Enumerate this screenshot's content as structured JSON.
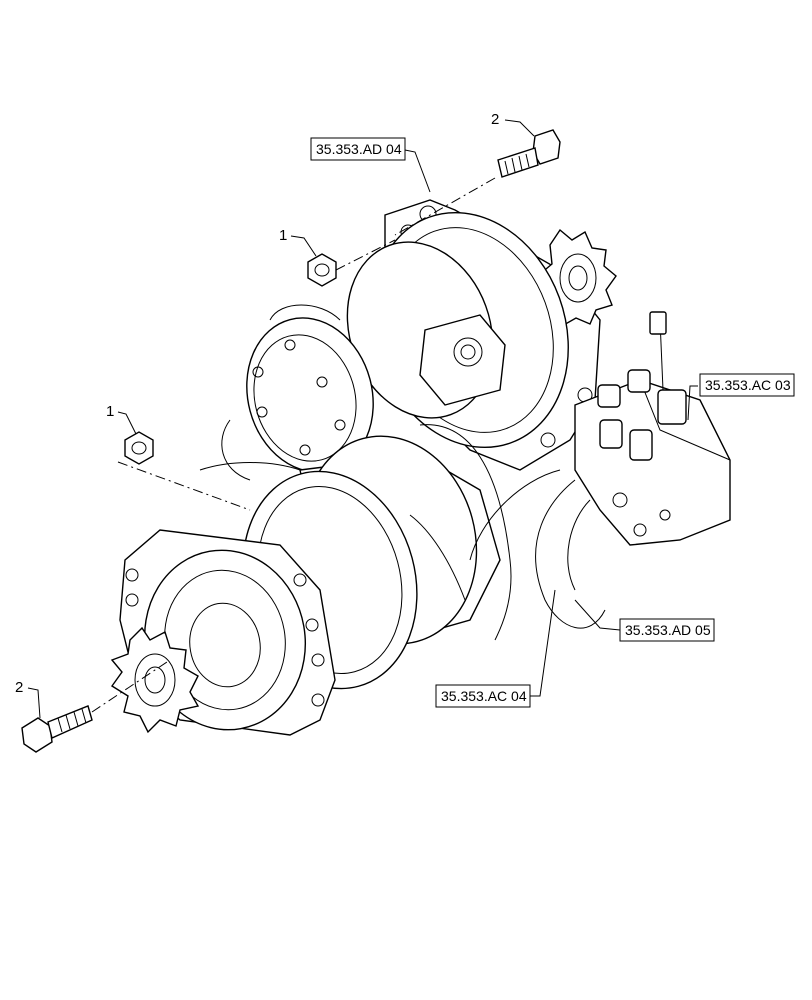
{
  "callouts": [
    {
      "id": "bolt-top",
      "number": "2"
    },
    {
      "id": "nut-top",
      "number": "1"
    },
    {
      "id": "nut-left",
      "number": "1"
    },
    {
      "id": "bolt-left",
      "number": "2"
    }
  ],
  "references": [
    {
      "id": "ref-ad04",
      "label": "35.353.AD 04"
    },
    {
      "id": "ref-ac03",
      "label": "35.353.AC 03"
    },
    {
      "id": "ref-ad05",
      "label": "35.353.AD 05"
    },
    {
      "id": "ref-ac04",
      "label": "35.353.AC 04"
    }
  ]
}
